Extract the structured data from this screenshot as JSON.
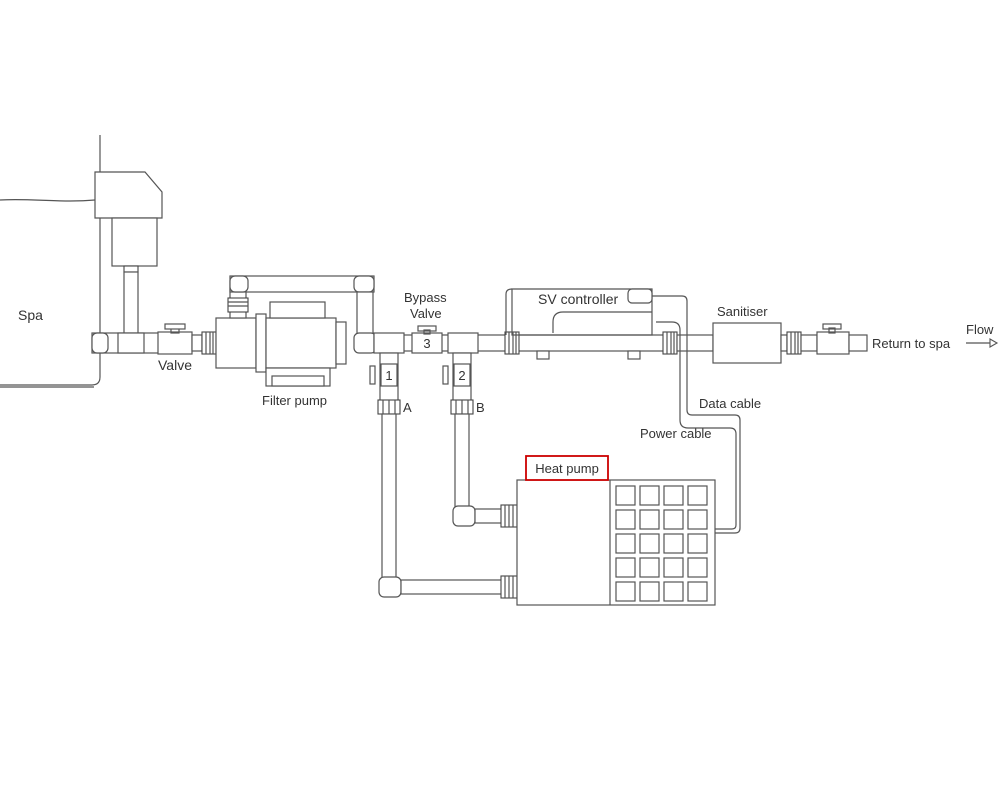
{
  "labels": {
    "spa": "Spa",
    "valve": "Valve",
    "filter_pump": "Filter pump",
    "bypass_valve_line1": "Bypass",
    "bypass_valve_line2": "Valve",
    "sv_controller": "SV controller",
    "sanitiser": "Sanitiser",
    "return_to_spa": "Return to spa",
    "flow": "Flow",
    "data_cable": "Data cable",
    "power_cable": "Power cable",
    "heat_pump": "Heat pump",
    "valve_1": "1",
    "valve_2": "2",
    "valve_3": "3",
    "port_a": "A",
    "port_b": "B"
  },
  "colors": {
    "line": "#555555",
    "text": "#333333",
    "highlight": "#cc0000"
  }
}
